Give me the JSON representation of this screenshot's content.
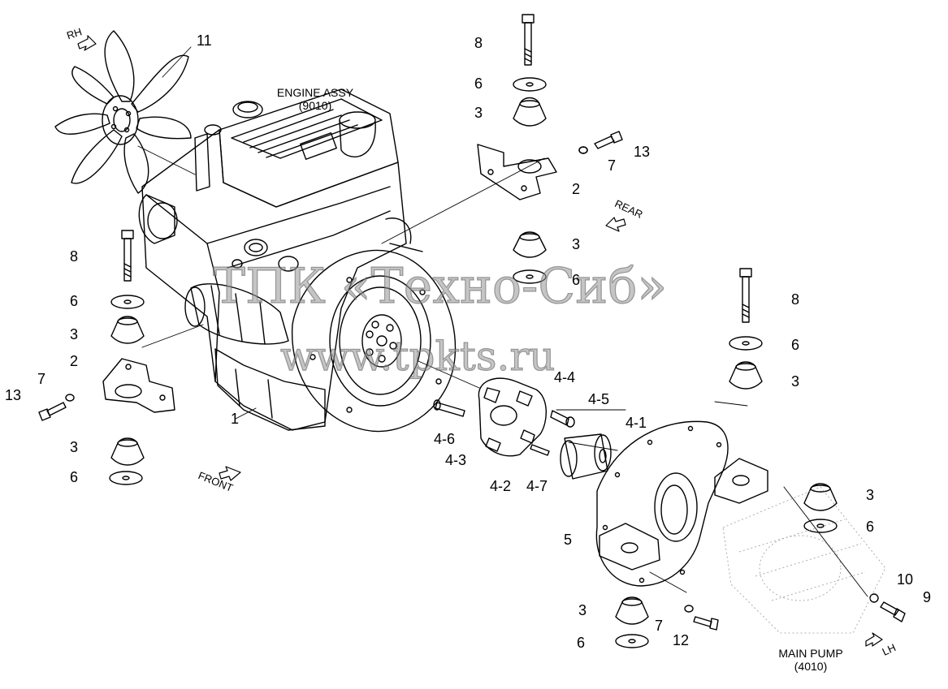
{
  "captions": {
    "engine": {
      "title": "ENGINE ASSY",
      "code": "(9010)"
    },
    "pump": {
      "title": "MAIN PUMP",
      "code": "(4010)"
    }
  },
  "directions": {
    "rh": "RH",
    "rear": "REAR",
    "front": "FRONT",
    "lh": "LH"
  },
  "watermark": {
    "line1": "ТПК «Техно-Сиб»",
    "line2": "www.tpkts.ru"
  },
  "labels": {
    "p11": "11",
    "p8a": "8",
    "p6a": "6",
    "p3a": "3",
    "p13a": "13",
    "p7a": "7",
    "p2a": "2",
    "p3b": "3",
    "p6b": "6",
    "p8b": "8",
    "p6c": "6",
    "p3c": "3",
    "p8c": "8",
    "p6d": "6",
    "p3d": "3",
    "p2b": "2",
    "p7b": "7",
    "p13b": "13",
    "p3e": "3",
    "p6e": "6",
    "p1": "1",
    "p44": "4-4",
    "p45": "4-5",
    "p41": "4-1",
    "p46": "4-6",
    "p43": "4-3",
    "p42": "4-2",
    "p47": "4-7",
    "p5": "5",
    "p3f": "3",
    "p6f": "6",
    "p10": "10",
    "p9": "9",
    "p3g": "3",
    "p7c": "7",
    "p12": "12",
    "p6g": "6"
  }
}
